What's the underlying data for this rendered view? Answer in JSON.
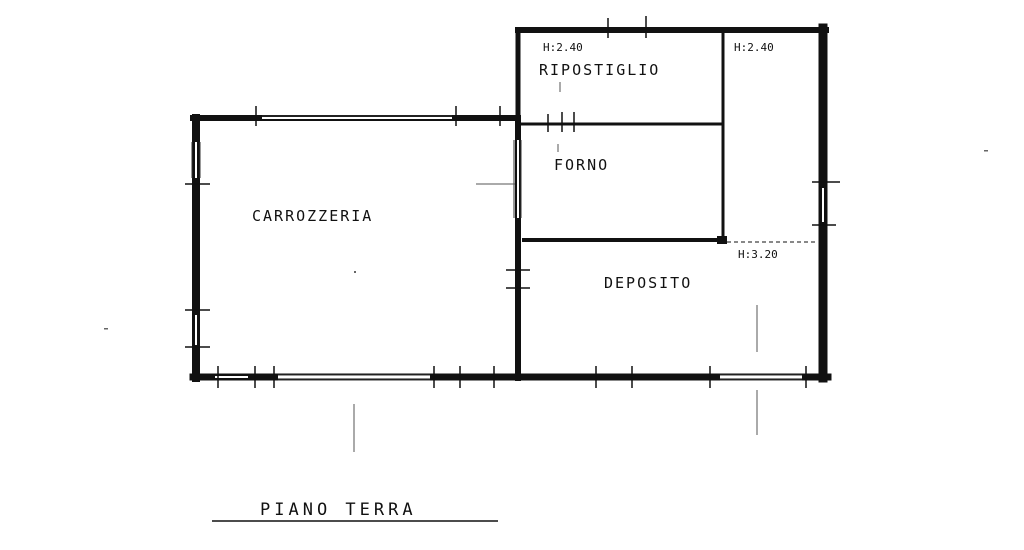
{
  "rooms": {
    "carrozzeria": "CARROZZERIA",
    "ripostiglio": "RIPOSTIGLIO",
    "forno": "FORNO",
    "deposito": "DEPOSITO"
  },
  "heights": {
    "ripostiglio": "H:2.40",
    "right_room": "H:2.40",
    "deposito_h": "H:3.20"
  },
  "title": "PIANO TERRA",
  "colors": {
    "wall": "#111111",
    "background": "#ffffff"
  }
}
